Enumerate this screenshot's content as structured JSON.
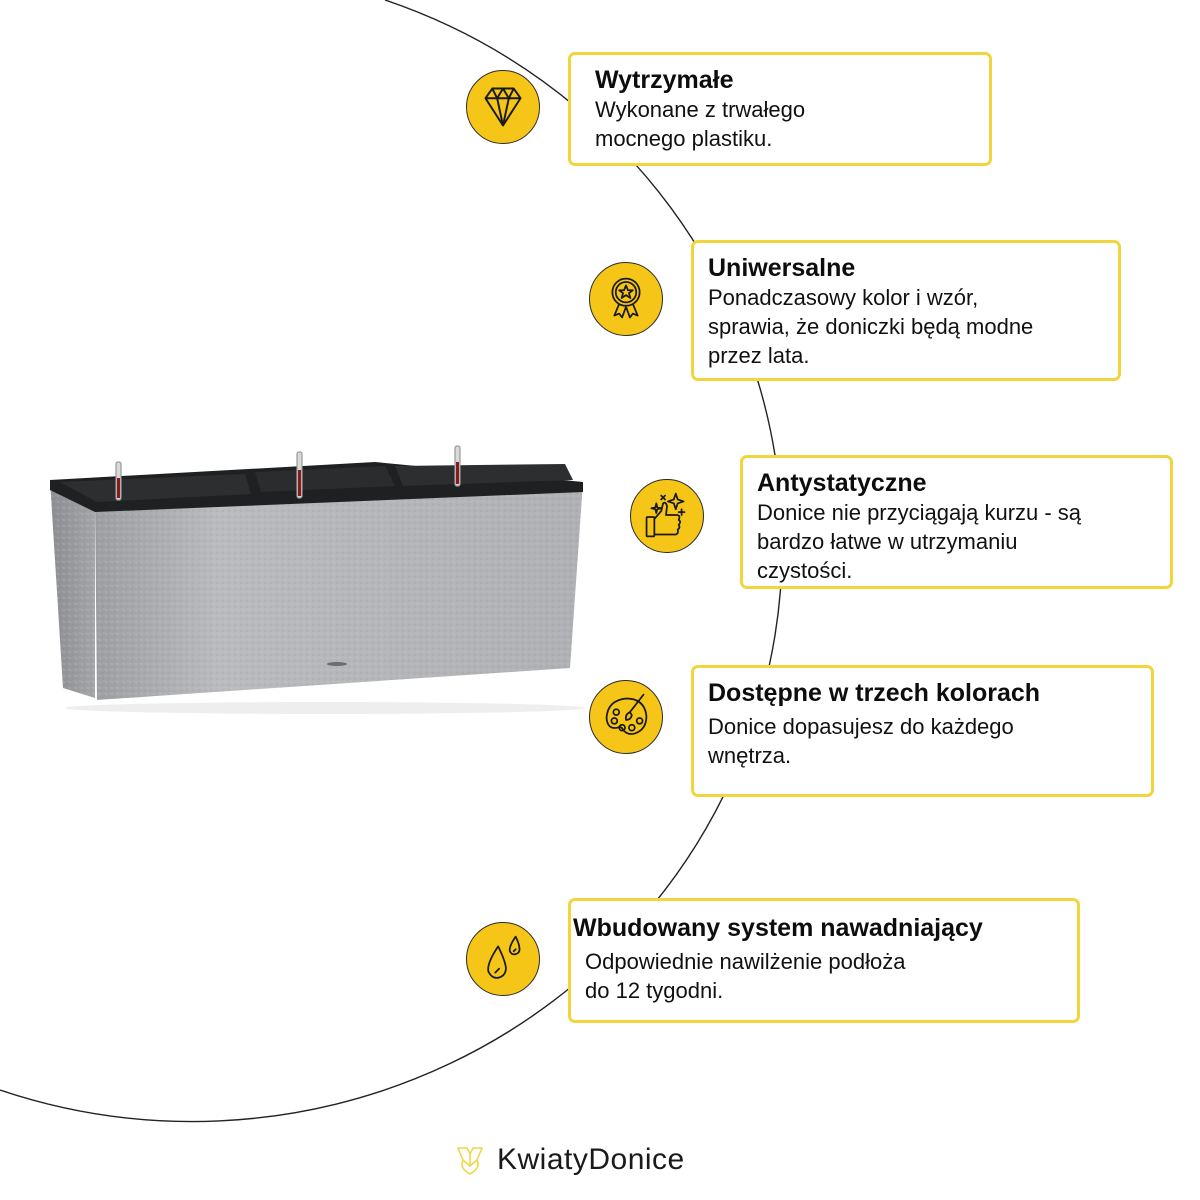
{
  "accent_color": "#f5c518",
  "border_color": "#f2d43c",
  "features": [
    {
      "icon": "diamond-icon",
      "title": "Wytrzymałe",
      "lines": [
        "Wykonane z trwałego",
        "mocnego plastiku."
      ]
    },
    {
      "icon": "award-ribbon-icon",
      "title": "Uniwersalne",
      "lines": [
        "Ponadczasowy kolor i wzór,",
        "sprawia, że doniczki będą modne",
        "przez lata."
      ]
    },
    {
      "icon": "thumbs-up-sparkle-icon",
      "title": "Antystatyczne",
      "lines": [
        "Donice nie przyciągają kurzu - są",
        "bardzo łatwe w utrzymaniu",
        "czystości."
      ]
    },
    {
      "icon": "paint-palette-icon",
      "title": "Dostępne w trzech kolorach",
      "lines": [
        "Donice dopasujesz do każdego",
        "wnętrza."
      ]
    },
    {
      "icon": "water-drops-icon",
      "title": "Wbudowany system nawadniający",
      "lines": [
        "Odpowiednie nawilżenie podłoża",
        "do 12 tygodni."
      ]
    }
  ],
  "product_image": "grey-planter-with-three-inserts",
  "footer": {
    "brand": "KwiatyDonice",
    "logo_icon": "butterfly-logo-icon"
  }
}
